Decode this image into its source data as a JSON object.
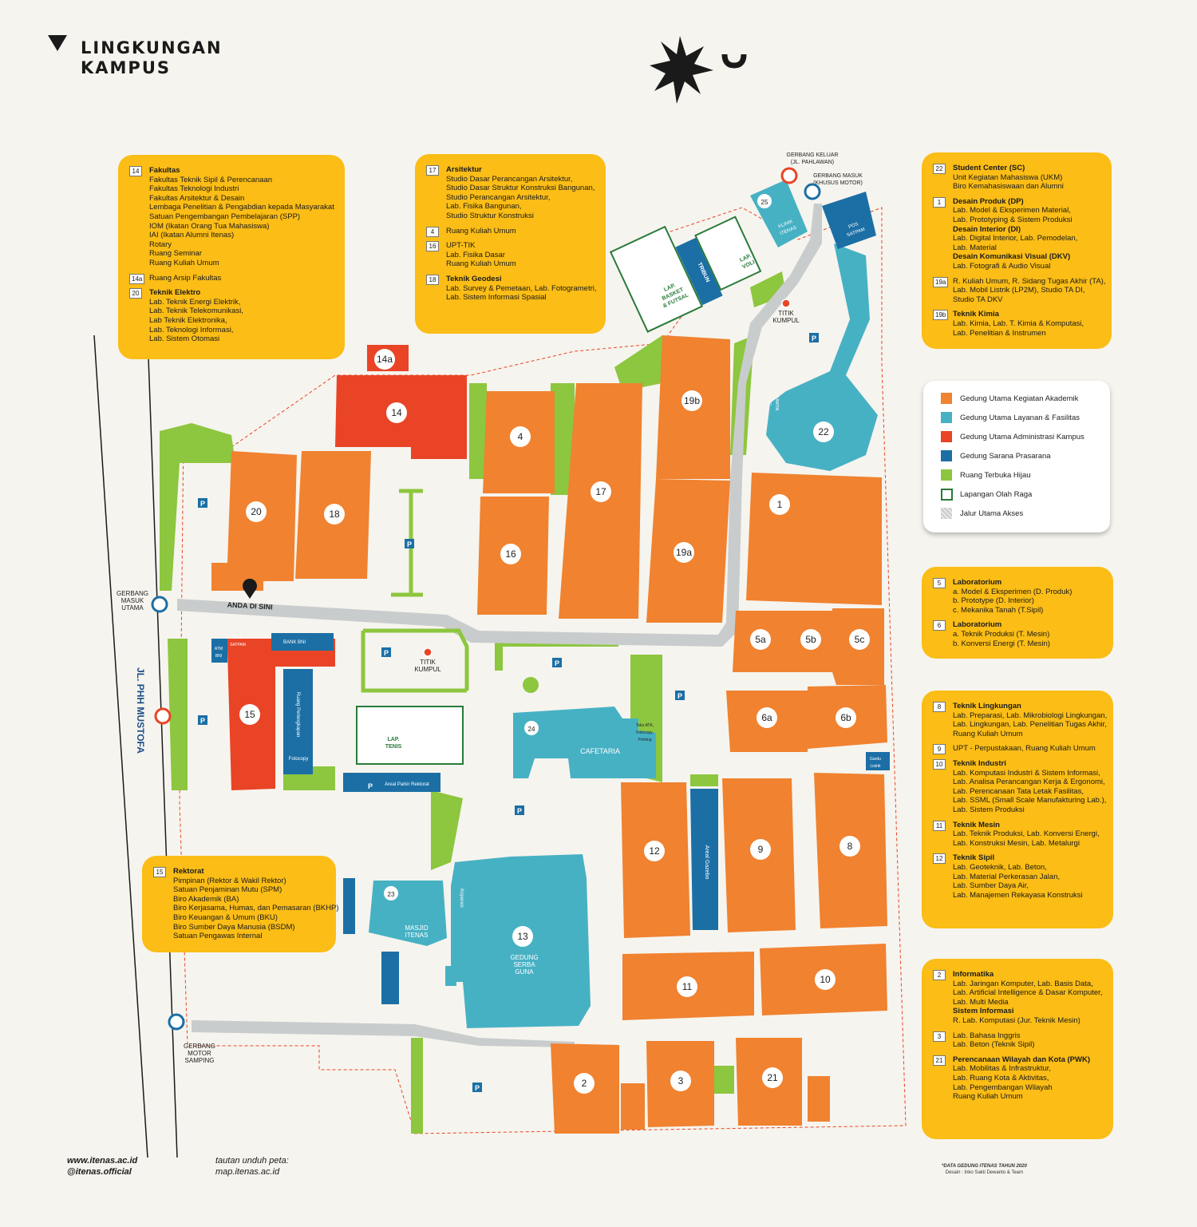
{
  "header": {
    "title_line1": "LINGKUNGAN",
    "title_line2": "KAMPUS"
  },
  "colors": {
    "academic": "#f08230",
    "service": "#47b1c4",
    "admin": "#e94426",
    "infra": "#1b6fa5",
    "green": "#8dc63f",
    "sport": "#2a7a3a",
    "access": "#c9cccd",
    "panel": "#fbbd16"
  },
  "info_boxes": [
    {
      "entries": [
        {
          "num": "14",
          "title": "Fakultas",
          "lines": [
            "Fakultas Teknik Sipil & Perencanaan",
            "Fakultas Teknologi Industri",
            "Fakultas Arsitektur & Desain",
            "Lembaga Penelitian & Pengabdian kepada Masyarakat",
            "Satuan Pengembangan Pembelajaran (SPP)",
            "IOM (Ikatan Orang Tua Mahasiswa)",
            "IAI (Ikatan Alumni Itenas)",
            "Rotary",
            "Ruang Seminar",
            "Ruang Kuliah Umum"
          ]
        },
        {
          "num": "14a",
          "title": "",
          "lines": [
            "Ruang Arsip Fakultas"
          ]
        },
        {
          "num": "20",
          "title": "Teknik Elektro",
          "lines": [
            "Lab. Teknik Energi Elektrik,",
            "Lab. Teknik Telekomunikasi,",
            "Lab Teknik Elektronika,",
            "Lab. Teknologi Informasi,",
            "Lab. Sistem Otomasi"
          ]
        }
      ]
    },
    {
      "entries": [
        {
          "num": "17",
          "title": "Arsitektur",
          "lines": [
            "Studio Dasar Perancangan Arsitektur,",
            "Studio Dasar Struktur Konstruksi Bangunan,",
            "Studio Perancangan Arsitektur,",
            "Lab. Fisika Bangunan,",
            "Studio Struktur Konstruksi"
          ]
        },
        {
          "num": "4",
          "title": "",
          "lines": [
            "Ruang Kuliah Umum"
          ]
        },
        {
          "num": "16",
          "title": "",
          "lines": [
            "UPT-TIK",
            "Lab. Fisika Dasar",
            "Ruang Kuliah Umum"
          ]
        },
        {
          "num": "18",
          "title": "Teknik Geodesi",
          "lines": [
            "Lab. Survey & Pemetaan, Lab. Fotogrametri,",
            "Lab. Sistem Informasi Spasial"
          ]
        }
      ]
    },
    {
      "entries": [
        {
          "num": "22",
          "title": "Student Center (SC)",
          "lines": [
            "Unit Kegiatan Mahasiswa (UKM)",
            "Biro Kemahasiswaan dan Alumni"
          ]
        },
        {
          "num": "1",
          "title": "Desain Produk (DP)",
          "lines": [
            "Lab. Model & Eksperimen Material,",
            "Lab. Prototyping & Sistem Produksi"
          ]
        },
        {
          "num": "",
          "title": "Desain Interior (DI)",
          "lines": [
            "Lab. Digital Interior, Lab. Pemodelan,",
            "Lab. Material"
          ]
        },
        {
          "num": "",
          "title": "Desain Komunikasi Visual (DKV)",
          "lines": [
            "Lab. Fotografi & Audio Visual"
          ]
        },
        {
          "num": "19a",
          "title": "",
          "lines": [
            "R. Kuliah Umum, R. Sidang Tugas Akhir (TA),",
            "Lab. Mobil Listrik (LP2M), Studio TA DI,",
            "Studio TA DKV"
          ]
        },
        {
          "num": "19b",
          "title": "Teknik Kimia",
          "lines": [
            "Lab. Kimia, Lab. T. Kimia & Komputasi,",
            "Lab. Penelitian & Instrumen"
          ]
        }
      ]
    },
    {
      "entries": [
        {
          "num": "5",
          "title": "Laboratorium",
          "lines": [
            "a. Model & Eksperimen (D. Produk)",
            "b. Prototype (D. Interior)",
            "c. Mekanika Tanah (T.Sipil)"
          ]
        },
        {
          "num": "6",
          "title": "Laboratorium",
          "lines": [
            "a. Teknik Produksi (T. Mesin)",
            "b. Konversi Energi (T. Mesin)"
          ]
        }
      ]
    },
    {
      "entries": [
        {
          "num": "8",
          "title": "Teknik Lingkungan",
          "lines": [
            "Lab. Preparasi, Lab. Mikrobiologi Lingkungan,",
            "Lab. Lingkungan, Lab. Penelitian Tugas Akhir,",
            "Ruang Kuliah Umum"
          ]
        },
        {
          "num": "9",
          "title": "",
          "lines": [
            "UPT - Perpustakaan, Ruang Kuliah Umum"
          ]
        },
        {
          "num": "10",
          "title": "Teknik Industri",
          "lines": [
            "Lab. Komputasi Industri & Sistem Informasi,",
            "Lab. Analisa Perancangan Kerja & Ergonomi,",
            "Lab. Perencanaan Tata Letak Fasilitas,",
            "Lab. SSML (Small Scale Manufakturing Lab.),",
            "Lab. Sistem Produksi"
          ]
        },
        {
          "num": "11",
          "title": "Teknik Mesin",
          "lines": [
            "Lab. Teknik Produksi, Lab. Konversi Energi,",
            "Lab. Konstruksi Mesin, Lab. Metalurgi"
          ]
        },
        {
          "num": "12",
          "title": "Teknik Sipil",
          "lines": [
            "Lab. Geoteknik, Lab. Beton,",
            "Lab. Material Perkerasan Jalan,",
            "Lab. Sumber Daya Air,",
            "Lab. Manajemen Rekayasa Konstruksi"
          ]
        }
      ]
    },
    {
      "entries": [
        {
          "num": "2",
          "title": "Informatika",
          "lines": [
            "Lab. Jaringan Komputer, Lab. Basis Data,",
            "Lab. Artificial Intelligence & Dasar Komputer,",
            "Lab. Multi Media"
          ]
        },
        {
          "num": "",
          "title": "Sistem Informasi",
          "lines": [
            "R. Lab. Komputasi (Jur. Teknik Mesin)"
          ]
        },
        {
          "num": "3",
          "title": "",
          "lines": [
            "Lab. Bahasa Inggris",
            "Lab. Beton (Teknik Sipil)"
          ]
        },
        {
          "num": "21",
          "title": "Perencanaan Wilayah dan Kota (PWK)",
          "lines": [
            "Lab. Mobilitas & Infrastruktur,",
            "Lab. Ruang Kota & Aktivitas,",
            "Lab. Pengembangan Wilayah",
            "Ruang Kuliah Umum"
          ]
        }
      ]
    },
    {
      "entries": [
        {
          "num": "15",
          "title": "Rektorat",
          "lines": [
            "Pimpinan (Rektor & Wakil Rektor)",
            "Satuan Penjaminan Mutu (SPM)",
            "Biro Akademik (BA)",
            "Biro Kerjasama, Humas, dan Pemasaran (BKHP)",
            "Biro Keuangan & Umum (BKU)",
            "Biro Sumber Daya Manusia (BSDM)",
            "Satuan Pengawas Internal"
          ]
        }
      ]
    }
  ],
  "legend": [
    {
      "label": "Gedung Utama Kegiatan Akademik",
      "color": "#f08230",
      "kind": "fill"
    },
    {
      "label": "Gedung Utama Layanan & Fasilitas",
      "color": "#47b1c4",
      "kind": "fill"
    },
    {
      "label": "Gedung Utama Administrasi Kampus",
      "color": "#e94426",
      "kind": "fill"
    },
    {
      "label": "Gedung Sarana Prasarana",
      "color": "#1b6fa5",
      "kind": "fill"
    },
    {
      "label": "Ruang Terbuka Hijau",
      "color": "#8dc63f",
      "kind": "fill"
    },
    {
      "label": "Lapangan Olah Raga",
      "color": "#2a7a3a",
      "kind": "outline"
    },
    {
      "label": "Jalur Utama Akses",
      "color": "#c9cccd",
      "kind": "hatch"
    }
  ],
  "buildings": [
    "14a",
    "14",
    "4",
    "17",
    "19b",
    "19a",
    "16",
    "18",
    "20",
    "1",
    "22",
    "5a",
    "5b",
    "5c",
    "6a",
    "6b",
    "12",
    "9",
    "8",
    "11",
    "10",
    "13",
    "2",
    "3",
    "21",
    "15",
    "24",
    "23",
    "25"
  ],
  "map_labels": {
    "anda_di_sini": "ANDA DI SINI",
    "road_name": "JL. PHH MUSTOFA",
    "gerbang_masuk_utama": [
      "GERBANG",
      "MASUK",
      "UTAMA"
    ],
    "gerbang_motor_samping": [
      "GERBANG",
      "MOTOR",
      "SAMPING"
    ],
    "gerbang_keluar": [
      "GERBANG KELUAR",
      "(JL. PAHLAWAN)"
    ],
    "gerbang_masuk_motor": [
      "GERBANG MASUK",
      "(KHUSUS MOTOR)"
    ],
    "titik_kumpul": [
      "TITIK",
      "KUMPUL"
    ],
    "lap_basket": [
      "LAP.",
      "BASKET",
      "& FUTSAL"
    ],
    "lap_voli": [
      "LAP.",
      "VOLI"
    ],
    "tribun": "TRIBUN",
    "klinik": [
      "KLINIK",
      "ITENAS"
    ],
    "pos_satpam": [
      "POS",
      "SATPAM"
    ],
    "kantin_sc": [
      "KANTIN",
      "SC"
    ],
    "cafetaria": "CAFETARIA",
    "toko_atk": [
      "Toko ATK,",
      "Fotocopy,",
      "Printing"
    ],
    "gardu": [
      "Gardu",
      "Listrik"
    ],
    "areal_gazebo": "Areal Gazebo",
    "koperasi": "Koperasi",
    "masjid": [
      "MASJID",
      "ITENAS"
    ],
    "gedung_serba_guna": [
      "GEDUNG",
      "SERBA",
      "GUNA"
    ],
    "bank_bni": "BANK BNI",
    "atm_bni": [
      "ATM",
      "BNI"
    ],
    "ruang_perlengkapan": "Ruang Perlengkapan",
    "fotocopy": "Fotocopy",
    "areal_parkir_rektorat": "Areal Parkir Rektorat",
    "lap_tenis": [
      "LAP.",
      "TENIS"
    ],
    "parking": "P"
  },
  "footer": {
    "website": "www.itenas.ac.id",
    "instagram": "@itenas.official",
    "download_label": "tautan unduh peta:",
    "download_url": "map.itenas.ac.id",
    "data_note": "*DATA GEDUNG ITENAS TAHUN 2020",
    "credit": "Desain : Inko Sakti Dewanto & Team"
  }
}
